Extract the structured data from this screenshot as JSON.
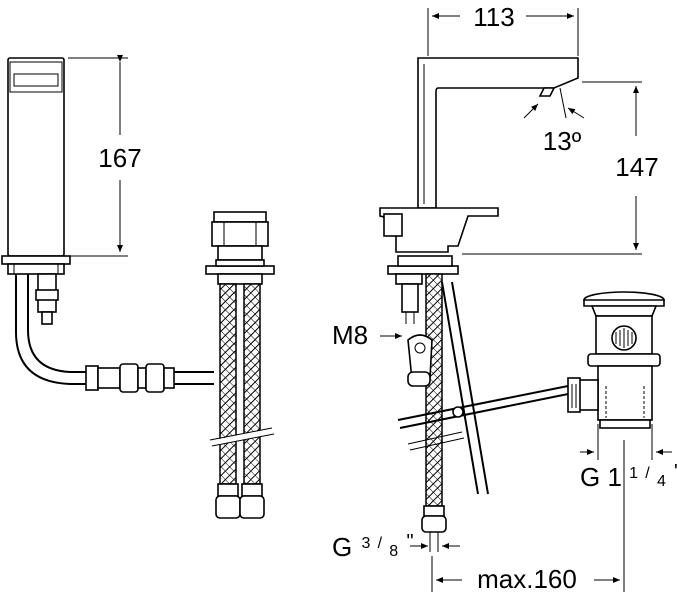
{
  "dimensions": {
    "width_top": "113",
    "height_body": "167",
    "height_spout": "147",
    "spout_angle": "13º",
    "thread_m8": "M8",
    "g_hose_prefix": "G",
    "g_hose_num": "3",
    "g_hose_den": "8",
    "g_hose_suffix": "\"",
    "g_drain_prefix": "G 1",
    "g_drain_num": "1",
    "g_drain_den": "4",
    "g_drain_suffix": "\"",
    "max_length": "max.160"
  },
  "colors": {
    "line": "#000000",
    "background": "#ffffff"
  }
}
